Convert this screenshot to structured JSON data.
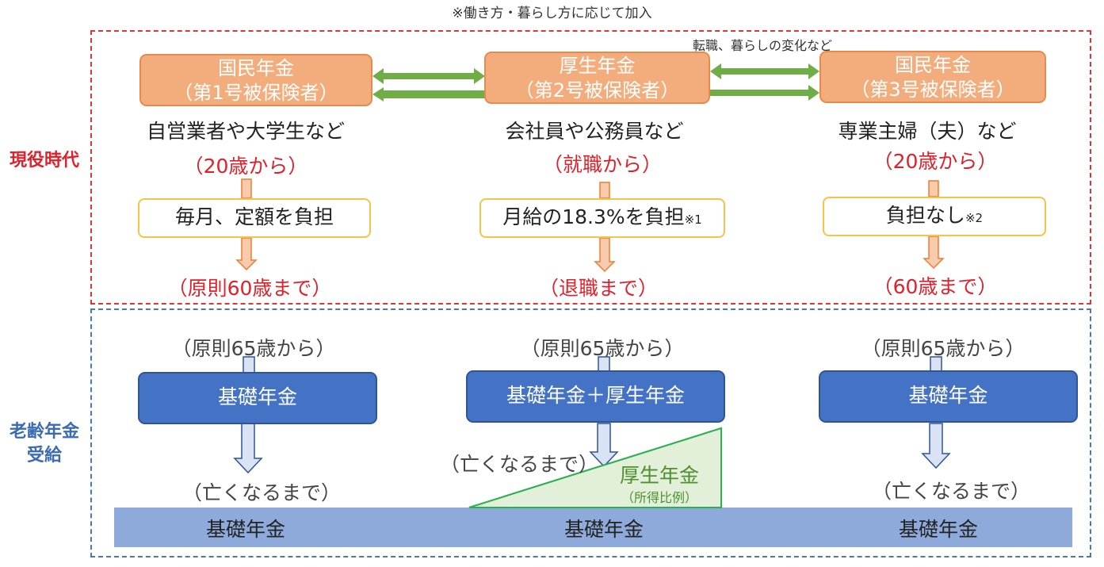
{
  "note_top": "※働き方・暮らし方に応じて加入",
  "change_label": "転職、暮らしの変化など",
  "side_labels": {
    "active": "現役時代",
    "receive_line1": "老齢年金",
    "receive_line2": "受給"
  },
  "columns": [
    {
      "title": "国民年金",
      "subtitle": "（第1号被保険者）",
      "who": "自営業者や大学生など",
      "start": "（20歳から）",
      "burden": "毎月、定額を負担",
      "burden_note": "",
      "end": "（原則60歳まで）",
      "receive_start": "（原則65歳から）",
      "benefit": "基礎年金",
      "until": "（亡くなるまで）",
      "base": "基礎年金"
    },
    {
      "title": "厚生年金",
      "subtitle": "（第2号被保険者）",
      "who": "会社員や公務員など",
      "start": "（就職から）",
      "burden": "月給の18.3%を負担",
      "burden_note": "※1",
      "end": "（退職まで）",
      "receive_start": "（原則65歳から）",
      "benefit": "基礎年金＋厚生年金",
      "until": "（亡くなるまで）",
      "base": "基礎年金"
    },
    {
      "title": "国民年金",
      "subtitle": "（第3号被保険者）",
      "who": "専業主婦（夫）など",
      "start": "（20歳から）",
      "burden": "負担なし",
      "burden_note": "※2",
      "end": "（60歳まで）",
      "receive_start": "（原則65歳から）",
      "benefit": "基礎年金",
      "until": "（亡くなるまで）",
      "base": "基礎年金"
    }
  ],
  "employee_pension": {
    "label": "厚生年金",
    "sub": "（所得比例）"
  },
  "colors": {
    "red": "#e0202a",
    "blue": "#4472c4",
    "orange": "#f3ad7c",
    "green": "#70ad47",
    "base": "#8eaadb"
  }
}
